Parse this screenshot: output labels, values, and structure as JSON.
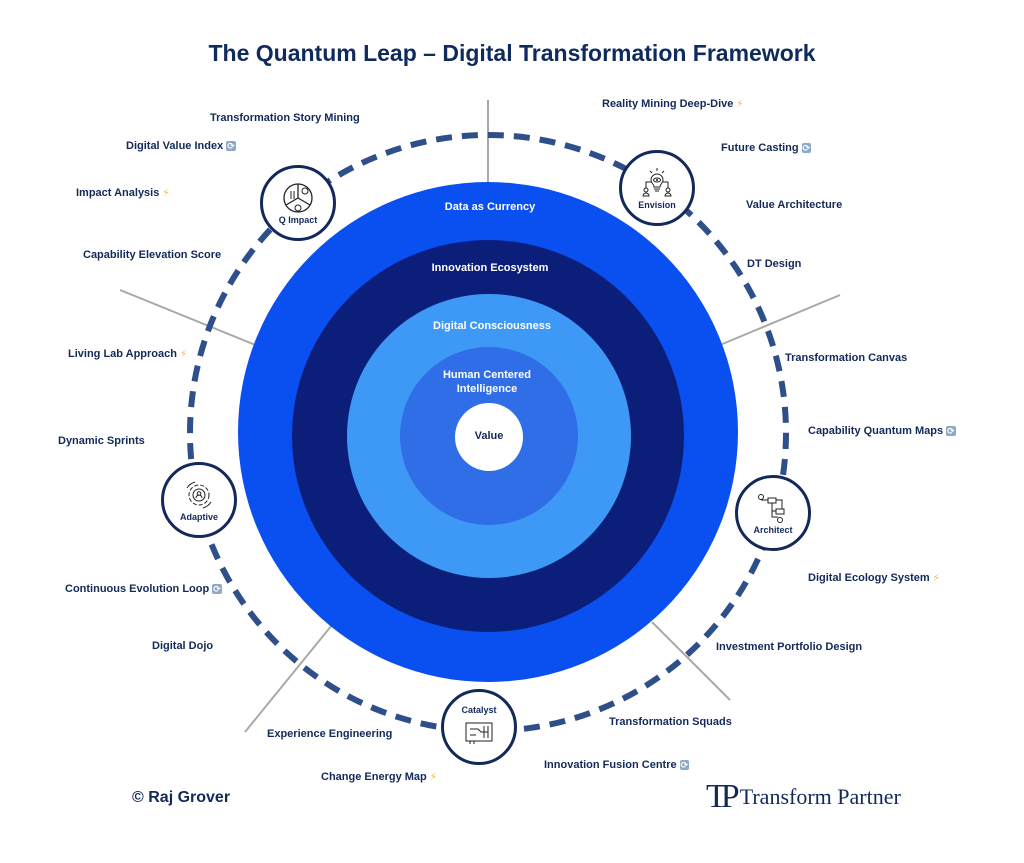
{
  "title": "The Quantum Leap – Digital Transformation Framework",
  "rings": {
    "outer": "Data as Currency",
    "second": "Innovation Ecosystem",
    "third": "Digital Consciousness",
    "fourth": "Human Centered Intelligence",
    "center": "Value"
  },
  "nodes": {
    "q_impact": "Q Impact",
    "envision": "Envision",
    "adaptive": "Adaptive",
    "architect": "Architect",
    "catalyst": "Catalyst"
  },
  "labels": {
    "transformation_story_mining": "Transformation Story Mining",
    "digital_value_index": "Digital Value Index",
    "impact_analysis": "Impact Analysis",
    "capability_elevation_score": "Capability Elevation Score",
    "living_lab_approach": "Living Lab Approach",
    "dynamic_sprints": "Dynamic Sprints",
    "continuous_evolution_loop": "Continuous Evolution Loop",
    "digital_dojo": "Digital Dojo",
    "experience_engineering": "Experience Engineering",
    "change_energy_map": "Change Energy Map",
    "reality_mining": "Reality Mining Deep-Dive",
    "future_casting": "Future Casting",
    "value_architecture": "Value Architecture",
    "dt_design": "DT Design",
    "transformation_canvas": "Transformation Canvas",
    "capability_quantum_maps": "Capability Quantum Maps",
    "digital_ecology_system": "Digital Ecology System",
    "investment_portfolio_design": "Investment Portfolio Design",
    "transformation_squads": "Transformation Squads",
    "innovation_fusion_centre": "Innovation Fusion Centre"
  },
  "icons": {
    "bolt": "⚡",
    "sync": "⟳"
  },
  "footer": {
    "copyright": "© Raj Grover",
    "logo_mark": "TP",
    "logo_text": "Transform Partner"
  },
  "colors": {
    "outer": "#0a4ff0",
    "second": "#0b1f7a",
    "third": "#3e98f5",
    "fourth": "#2f6ee6",
    "dash": "#2e4f8a",
    "navy": "#13295a"
  }
}
